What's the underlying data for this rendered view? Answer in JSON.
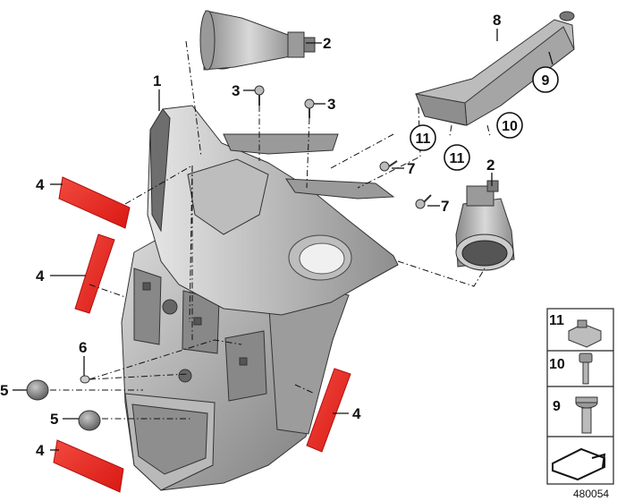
{
  "figure_number": "480054",
  "callouts": {
    "c1": "1",
    "c2a": "2",
    "c2b": "2",
    "c3a": "3",
    "c3b": "3",
    "c4a": "4",
    "c4b": "4",
    "c4c": "4",
    "c4d": "4",
    "c5a": "5",
    "c5b": "5",
    "c6": "6",
    "c7a": "7",
    "c7b": "7",
    "c8": "8",
    "c9": "9",
    "c10": "10",
    "c11a": "11",
    "c11b": "11"
  },
  "legend": {
    "l11": "11",
    "l10": "10",
    "l9": "9"
  },
  "colors": {
    "reflector": "#e8201e",
    "part_light": "#cfcfcf",
    "part_mid": "#a9a9a9",
    "part_dark": "#7e7e7e"
  }
}
